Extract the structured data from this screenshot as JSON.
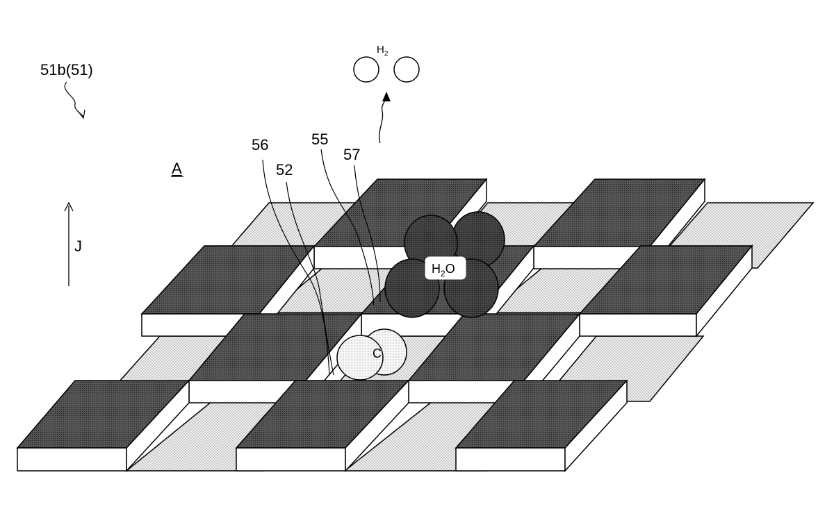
{
  "figure": {
    "ref_main": "51b(51)",
    "ref_56": "56",
    "ref_52": "52",
    "ref_55": "55",
    "ref_57": "57",
    "label_a": "A",
    "label_j": "J"
  },
  "molecules": {
    "h2": "H",
    "h2_sub": "2",
    "h2o_h": "H",
    "h2o_sub": "2",
    "h2o_o": "O",
    "carbon": "C"
  },
  "colors": {
    "dark_block": "#4d4d4d",
    "light_tile": "#e8e8e8",
    "side_face": "#ffffff",
    "dark_atom": "#3a3a3a",
    "light_atom": "#f0f0f0",
    "stroke": "#000000"
  }
}
